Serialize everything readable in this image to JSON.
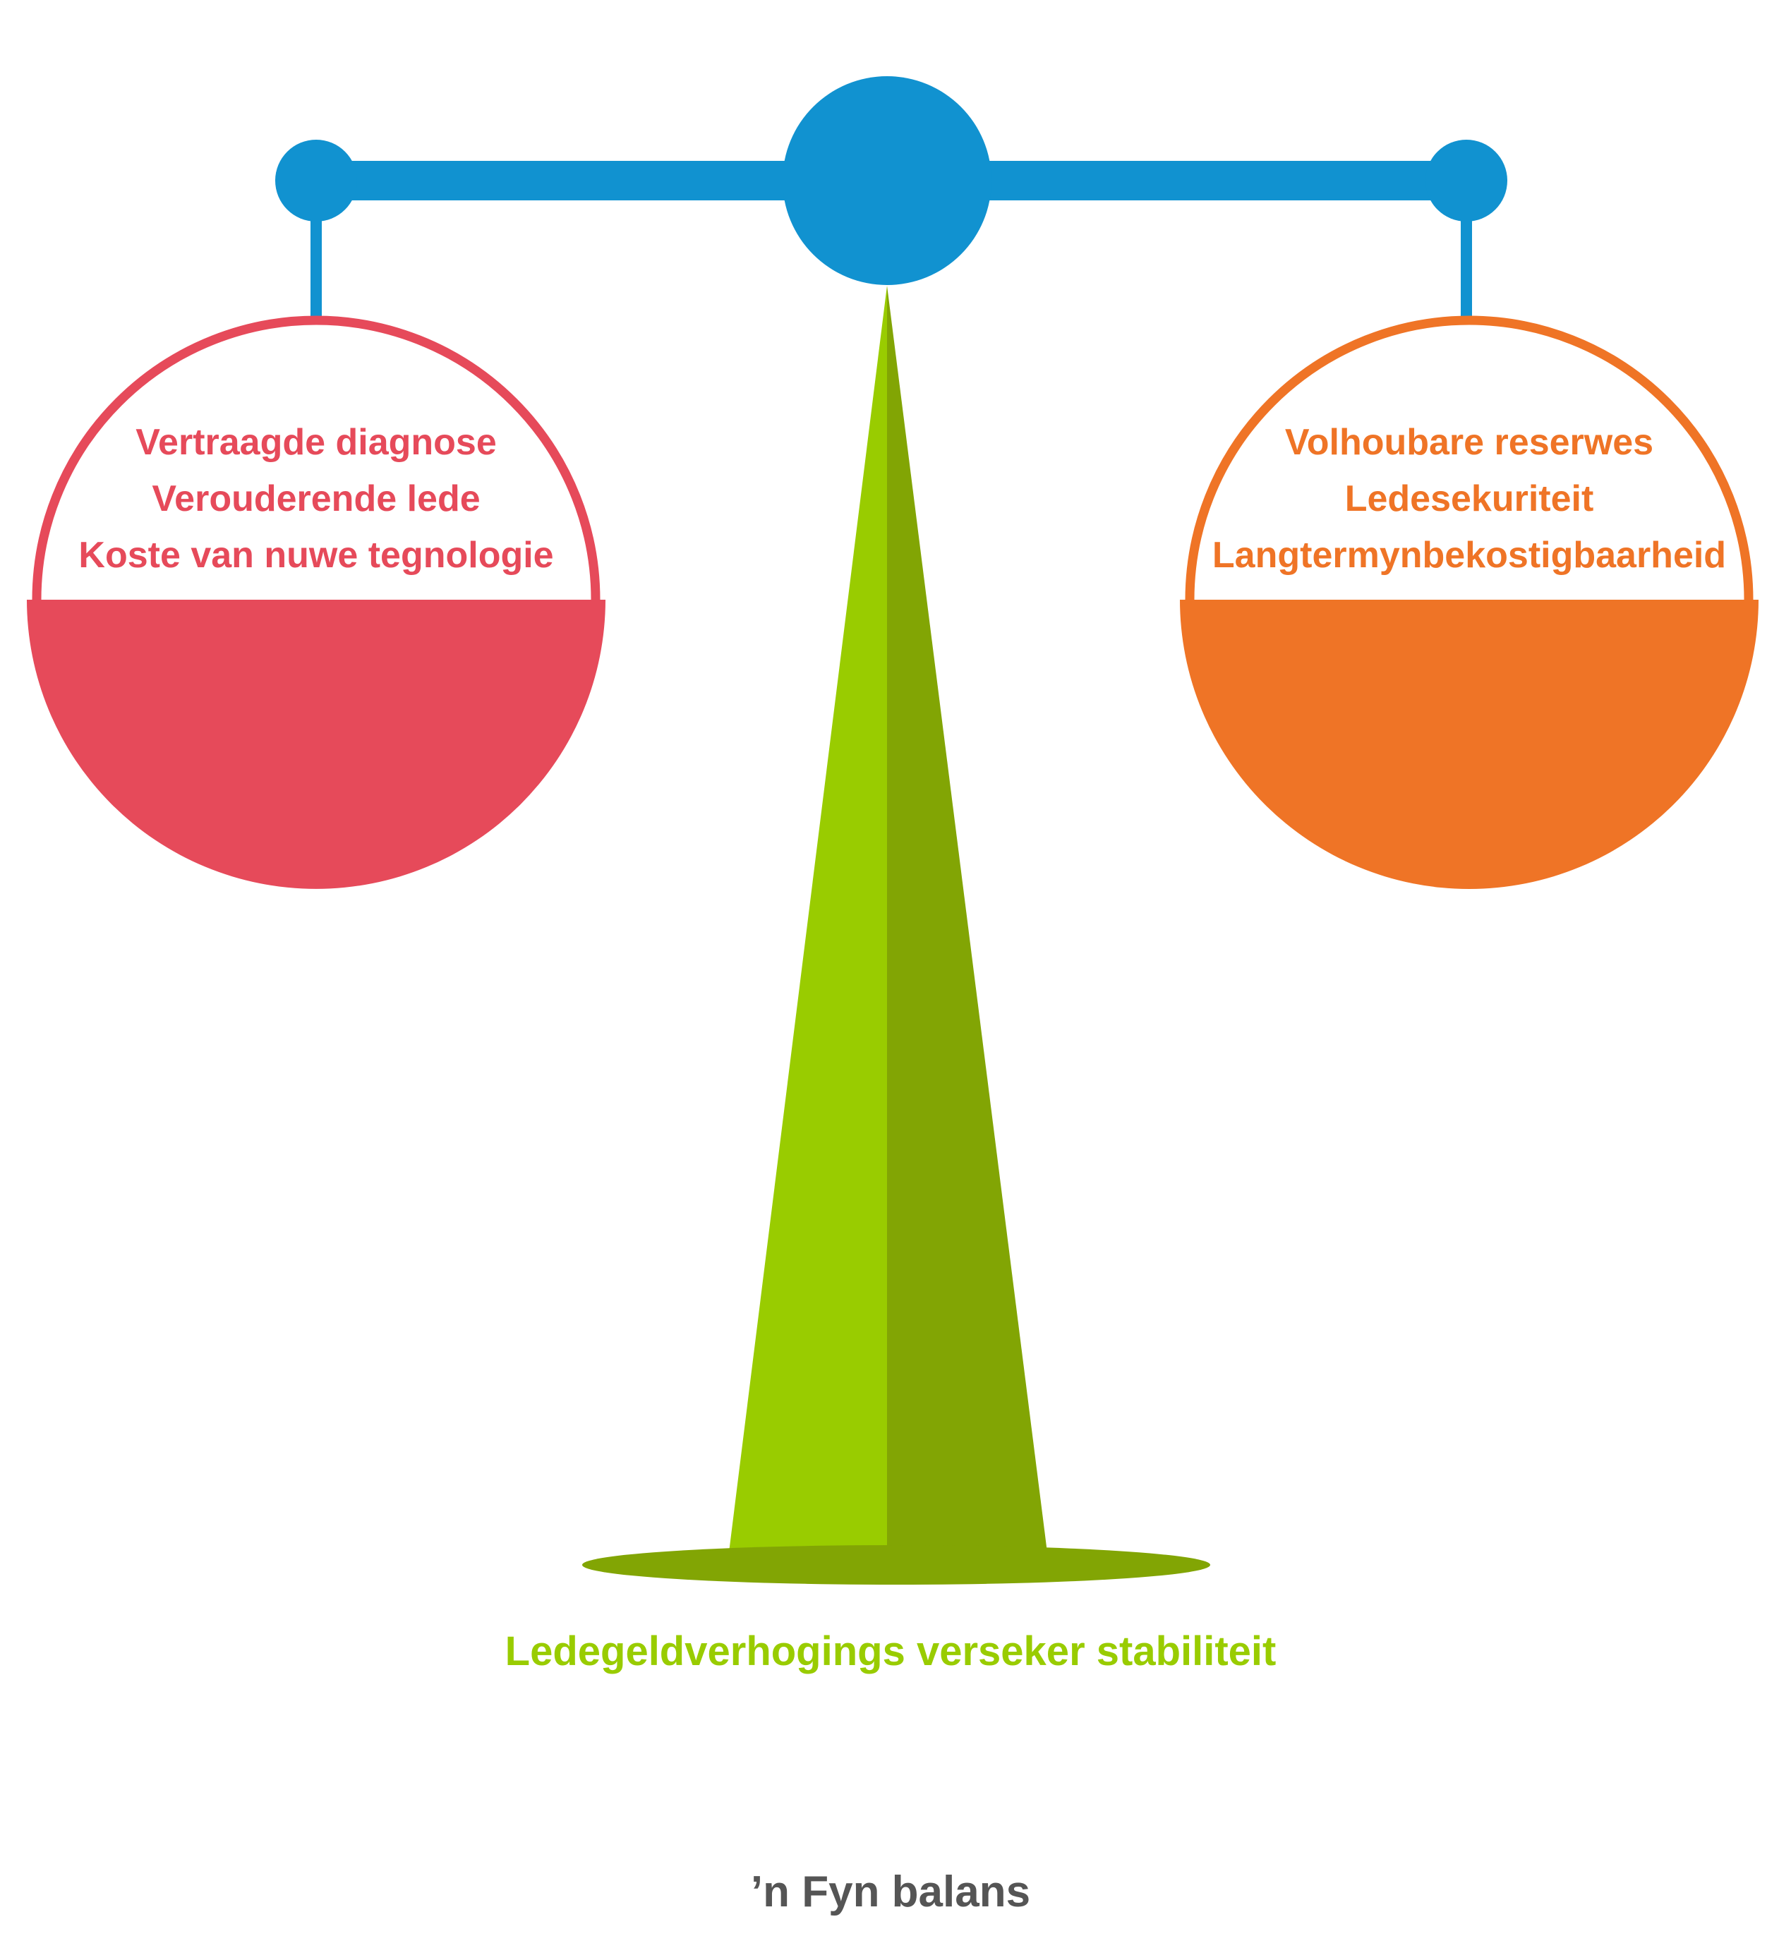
{
  "colors": {
    "beam": "#1192D0",
    "left_pan": "#E64A5A",
    "right_pan": "#EF7426",
    "stand_light": "#99CC00",
    "stand_dark": "#82A504",
    "caption": "#99CC00",
    "title": "#555555"
  },
  "left_pan": {
    "items": [
      "Vertraagde diagnose",
      "Verouderende lede",
      "Koste van nuwe tegnologie"
    ]
  },
  "right_pan": {
    "items": [
      "Volhoubare reserwes",
      "Ledesekuriteit",
      "Langtermynbekostigbaarheid"
    ]
  },
  "stand": {
    "caption": "Ledegeldverhogings verseker stabiliteit"
  },
  "title": "’n Fyn balans"
}
